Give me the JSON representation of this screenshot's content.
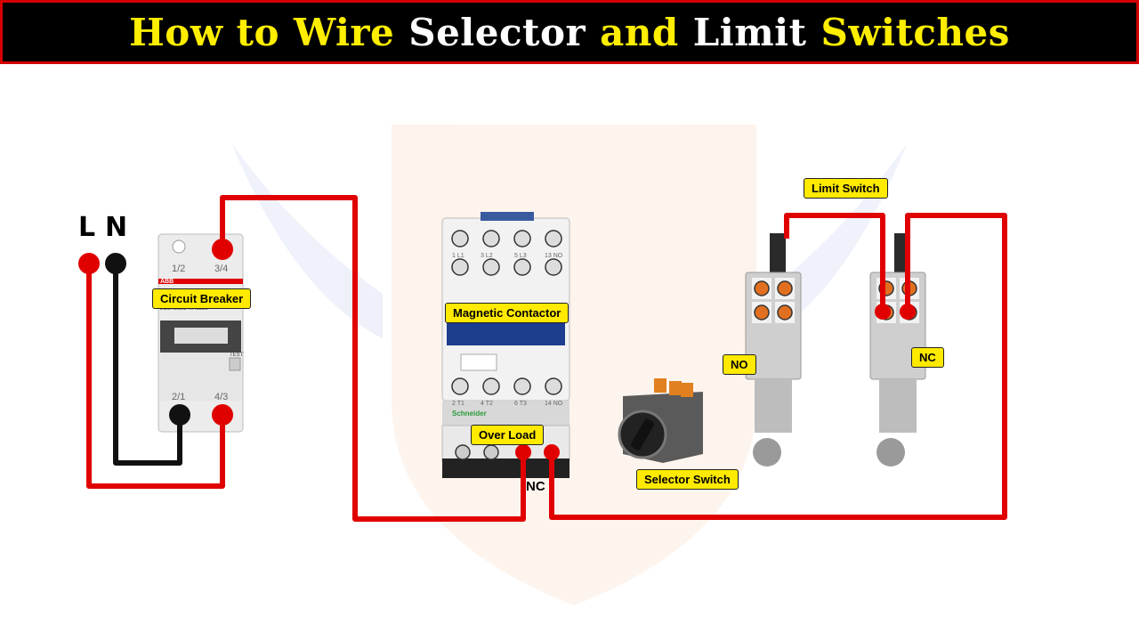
{
  "title": {
    "parts": [
      {
        "text": "How to",
        "color": "#ffee00"
      },
      {
        "text": "Wire",
        "color": "#ffee00"
      },
      {
        "text": "Selector",
        "color": "#ffffff"
      },
      {
        "text": "and",
        "color": "#ffee00"
      },
      {
        "text": "Limit",
        "color": "#ffffff"
      },
      {
        "text": "Switches",
        "color": "#ffee00"
      }
    ]
  },
  "supply": {
    "line": "L",
    "neutral": "N",
    "line_color": "#e00000",
    "neutral_color": "#111111"
  },
  "breaker": {
    "label": "Circuit Breaker",
    "brand": "ABB",
    "model": "2CSR255140R1255",
    "test": "TEST",
    "terminals": [
      "1/2",
      "3/4",
      "2/1",
      "4/3"
    ]
  },
  "contactor": {
    "label": "Magnetic Contactor",
    "top_terminals": [
      "1 L1",
      "3 L2",
      "5 L3",
      "13 NO"
    ],
    "bottom_terminals": [
      "2 T1",
      "4 T2",
      "6 T3",
      "14 NO"
    ],
    "brand": "Schneider"
  },
  "overload": {
    "label": "Over Load",
    "contact": "NC"
  },
  "selector": {
    "label": "Selector Switch"
  },
  "limit_switch": {
    "label": "Limit Switch",
    "left_contact": "NO",
    "right_contact": "NC"
  },
  "wire_color": "#e00000"
}
